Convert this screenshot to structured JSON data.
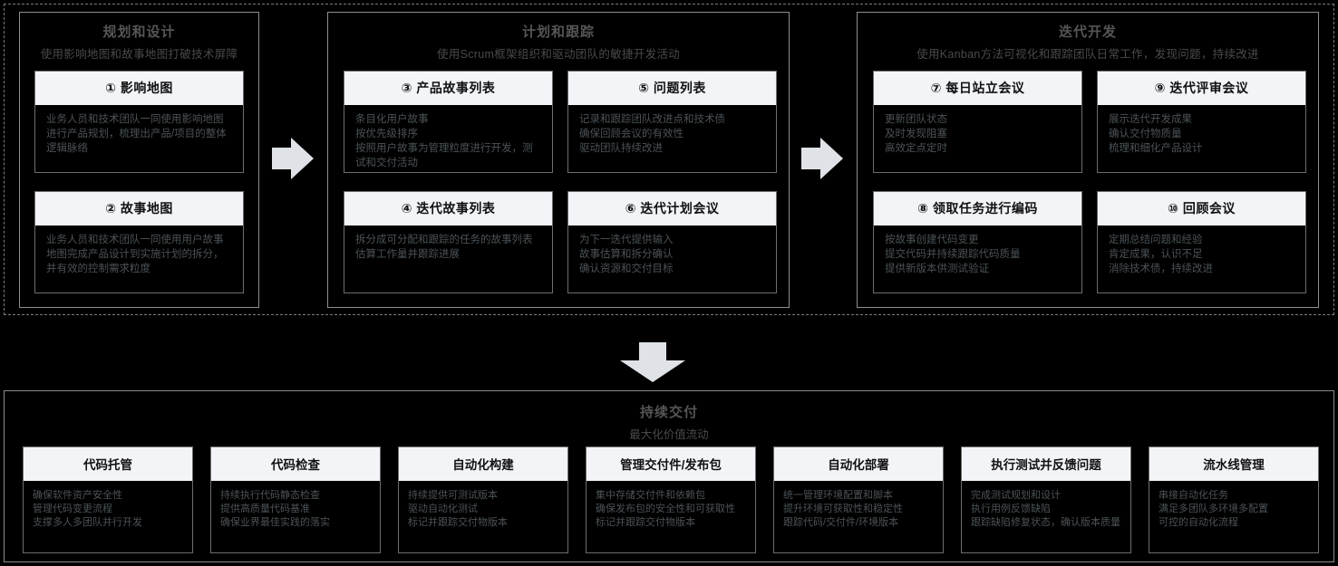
{
  "diagram": {
    "stages": [
      {
        "id": "plan-design",
        "title": "规划和设计",
        "subtitle": "使用影响地图和故事地图打破技术屏障",
        "cards": [
          {
            "title": "① 影响地图",
            "lines": [
              "业务人员和技术团队一同使用影响地图进行产品规划，梳理出产品/项目的整体逻辑脉络"
            ]
          },
          {
            "title": "② 故事地图",
            "lines": [
              "业务人员和技术团队一同使用用户故事地图完成产品设计到实施计划的拆分，并有效的控制需求粒度"
            ]
          }
        ]
      },
      {
        "id": "plan-track",
        "title": "计划和跟踪",
        "subtitle": "使用Scrum框架组织和驱动团队的敏捷开发活动",
        "cards": [
          {
            "title": "③ 产品故事列表",
            "lines": [
              "条目化用户故事",
              "按优先级排序",
              "按照用户故事为管理粒度进行开发，测试和交付活动"
            ]
          },
          {
            "title": "⑤ 问题列表",
            "lines": [
              "记录和跟踪团队改进点和技术债",
              "确保回顾会议的有效性",
              "驱动团队持续改进"
            ]
          },
          {
            "title": "④ 迭代故事列表",
            "lines": [
              "拆分成可分配和跟踪的任务的故事列表",
              "估算工作量并跟踪进展"
            ]
          },
          {
            "title": "⑥ 迭代计划会议",
            "lines": [
              "为下一迭代提供输入",
              "故事估算和拆分确认",
              "确认资源和交付目标"
            ]
          }
        ]
      },
      {
        "id": "iterative-dev",
        "title": "迭代开发",
        "subtitle": "使用Kanban方法可视化和跟踪团队日常工作，发现问题，持续改进",
        "cards": [
          {
            "title": "⑦ 每日站立会议",
            "lines": [
              "更新团队状态",
              "及时发现阻塞",
              "高效定点定时"
            ]
          },
          {
            "title": "⑨ 迭代评审会议",
            "lines": [
              "展示迭代开发成果",
              "确认交付物质量",
              "梳理和细化产品设计"
            ]
          },
          {
            "title": "⑧ 领取任务进行编码",
            "lines": [
              "按故事创建代码变更",
              "提交代码并持续跟踪代码质量",
              "提供新版本供测试验证"
            ]
          },
          {
            "title": "⑩ 回顾会议",
            "lines": [
              "定期总结问题和经验",
              "肯定成果，认识不足",
              "消除技术债，持续改进"
            ]
          }
        ]
      }
    ],
    "continuous_delivery": {
      "title": "持续交付",
      "subtitle": "最大化价值流动",
      "cards": [
        {
          "title": "代码托管",
          "lines": [
            "确保软件资产安全性",
            "管理代码变更流程",
            "支撑多人多团队并行开发"
          ]
        },
        {
          "title": "代码检查",
          "lines": [
            "持续执行代码静态检查",
            "提供高质量代码基准",
            "确保业界最佳实践的落实"
          ]
        },
        {
          "title": "自动化构建",
          "lines": [
            "持续提供可测试版本",
            "驱动自动化测试",
            "标记并跟踪交付物版本"
          ]
        },
        {
          "title": "管理交付件/发布包",
          "lines": [
            "集中存储交付件和依赖包",
            "确保发布包的安全性和可获取性",
            "标记并跟踪交付物版本"
          ]
        },
        {
          "title": "自动化部署",
          "lines": [
            "统一管理环境配置和脚本",
            "提升环境可获取性和稳定性",
            "跟踪代码/交付件/环境版本"
          ]
        },
        {
          "title": "执行测试并反馈问题",
          "lines": [
            "完成测试规划和设计",
            "执行用例反馈缺陷",
            "跟踪缺陷修复状态，确认版本质量"
          ]
        },
        {
          "title": "流水线管理",
          "lines": [
            "串接自动化任务",
            "满足多团队多环境多配置",
            "可控的自动化流程"
          ]
        }
      ]
    },
    "arrows": [
      {
        "name": "arrow-stage1-to-stage2",
        "direction": "right"
      },
      {
        "name": "arrow-stage2-to-stage3",
        "direction": "right"
      },
      {
        "name": "arrow-top-to-delivery",
        "direction": "down"
      }
    ],
    "colors": {
      "background": "#000000",
      "card_header_bg": "#f2f4f8",
      "card_header_text": "#111111",
      "body_text": "#4b5358",
      "stage_border": "#8e8e8e",
      "card_border": "#6d6d6d",
      "arrow_fill": "#dfe3e8",
      "dashed_border": "#7d7d7d"
    }
  }
}
